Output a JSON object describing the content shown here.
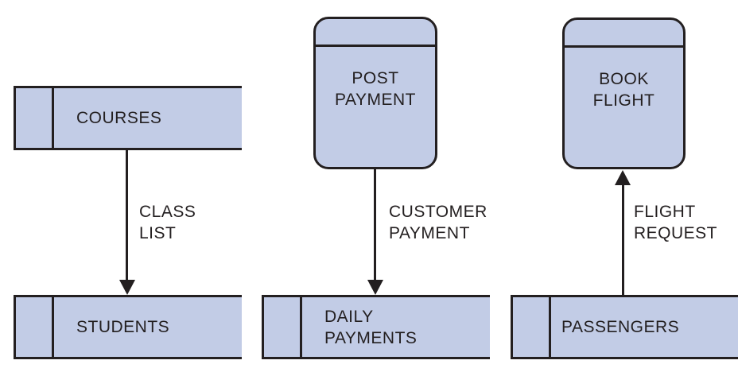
{
  "colors": {
    "fill": "#c2cce6",
    "stroke": "#231f20",
    "background": "#ffffff",
    "text": "#231f20"
  },
  "diagram_type": "data-flow-diagram",
  "stores": [
    {
      "id": "courses",
      "label": "COURSES"
    },
    {
      "id": "students",
      "label": "STUDENTS"
    },
    {
      "id": "daily-payments",
      "label": "DAILY\nPAYMENTS"
    },
    {
      "id": "passengers",
      "label": "PASSENGERS"
    }
  ],
  "processes": [
    {
      "id": "post-payment",
      "label": "POST\nPAYMENT"
    },
    {
      "id": "book-flight",
      "label": "BOOK\nFLIGHT"
    }
  ],
  "flows": [
    {
      "id": "class-list",
      "label": "CLASS\nLIST",
      "from": "COURSES",
      "to": "STUDENTS",
      "direction": "down"
    },
    {
      "id": "customer-payment",
      "label": "CUSTOMER\nPAYMENT",
      "from": "POST PAYMENT",
      "to": "DAILY PAYMENTS",
      "direction": "down"
    },
    {
      "id": "flight-request",
      "label": "FLIGHT\nREQUEST",
      "from": "PASSENGERS",
      "to": "BOOK FLIGHT",
      "direction": "up"
    }
  ]
}
